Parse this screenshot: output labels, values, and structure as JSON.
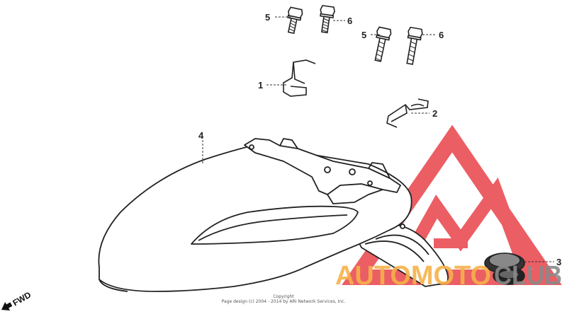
{
  "diagram": {
    "callouts": [
      {
        "id": "bolt-left-top",
        "label": "5"
      },
      {
        "id": "bolt-right-top",
        "label": "6"
      },
      {
        "id": "bolt-left-mid",
        "label": "5"
      },
      {
        "id": "bolt-right-mid",
        "label": "6"
      },
      {
        "id": "clip-1",
        "label": "1"
      },
      {
        "id": "clip-2",
        "label": "2"
      },
      {
        "id": "fender",
        "label": "4"
      },
      {
        "id": "grommet",
        "label": "3"
      }
    ],
    "direction_label": "FWD",
    "copyright_title": "Copyright",
    "copyright_line": "Page design (c) 2004 - 2014 by ARI Network Services, Inc."
  },
  "watermark": {
    "brand_text_orange": "AUTOMOTO",
    "brand_text_gray": "CLUB",
    "colors": {
      "red": "#e8434a",
      "orange": "#f6b24a",
      "gray": "#8a8a8a"
    }
  }
}
